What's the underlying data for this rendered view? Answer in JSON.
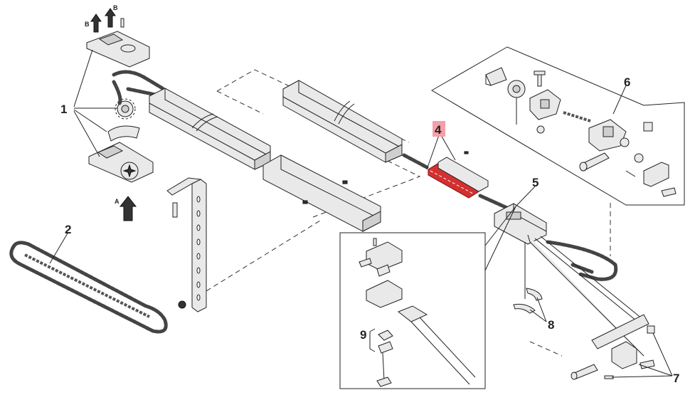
{
  "diagram": {
    "callouts": [
      {
        "id": "1",
        "label": "1"
      },
      {
        "id": "2",
        "label": "2"
      },
      {
        "id": "4",
        "label": "4"
      },
      {
        "id": "5",
        "label": "5"
      },
      {
        "id": "6",
        "label": "6"
      },
      {
        "id": "7",
        "label": "7"
      },
      {
        "id": "8",
        "label": "8"
      },
      {
        "id": "9",
        "label": "9"
      }
    ],
    "arrow_labels": {
      "b1": "B",
      "b2": "B",
      "a": "A"
    },
    "highlight_color": "#f4a0a8",
    "highlight_part_color": "#d43030"
  }
}
